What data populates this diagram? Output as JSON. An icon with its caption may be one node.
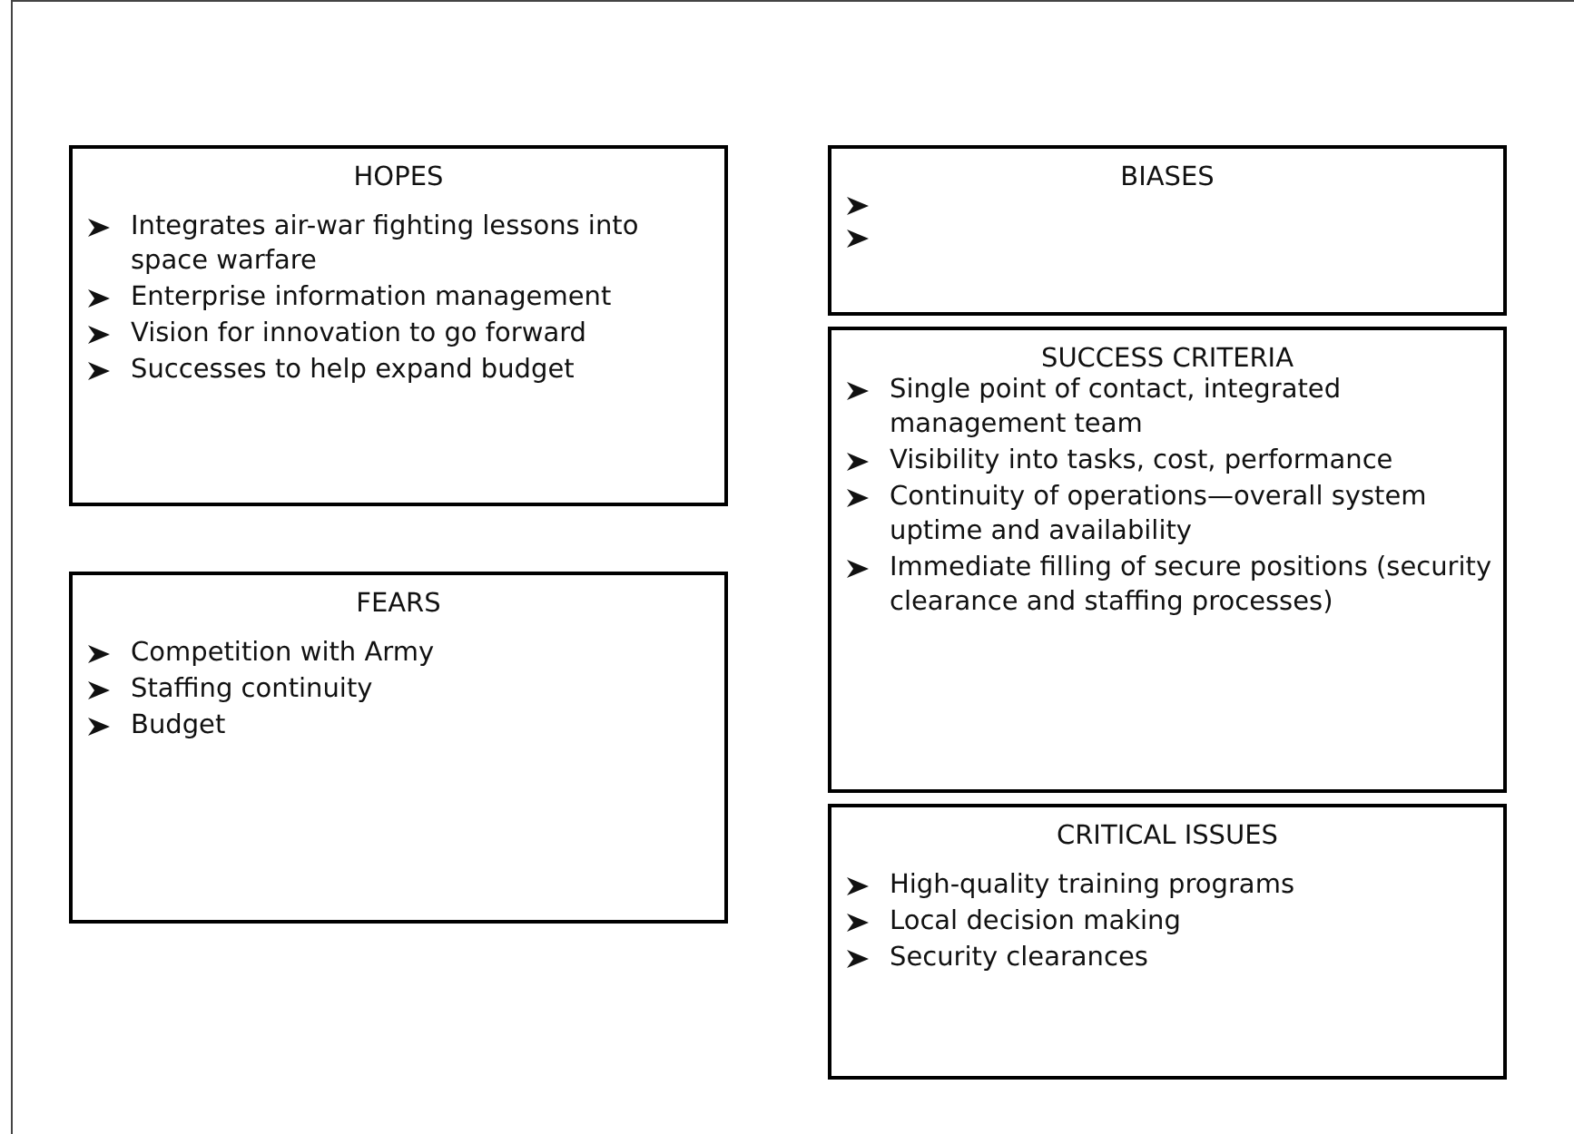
{
  "diagram": {
    "nodes": [
      {
        "text": [
          "HOPES",
          "Integrates air-war fighting lessons into space warfare",
          "Enterprise information management",
          "Vision for innovation to go forward",
          "Successes to help expand budget"
        ]
      },
      {
        "text": [
          "BIASES"
        ]
      },
      {
        "text": [
          "SUCCESS CRITERIA",
          "Single point of contact, integrated management team",
          "Visibility into tasks, cost, performance",
          "Continuity of operations—overall system uptime and availability",
          "Immediate filling of secure positions (security clearance and staffing processes)"
        ]
      },
      {
        "text": [
          "FEARS",
          "Competition with Army",
          "Staffing continuity",
          "Budget"
        ]
      },
      {
        "text": [
          "CRITICAL ISSUES",
          "High-quality training programs",
          "Local decision making",
          "Security clearances"
        ]
      }
    ]
  }
}
